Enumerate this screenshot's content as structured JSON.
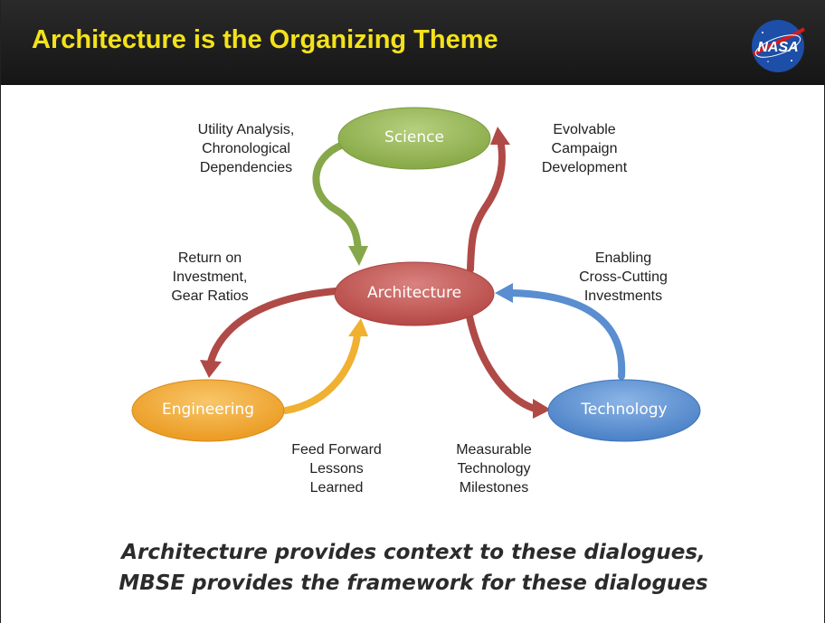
{
  "title": "Architecture is the Organizing Theme",
  "logo_text": "NASA",
  "nodes": {
    "science": "Science",
    "architecture": "Architecture",
    "engineering": "Engineering",
    "technology": "Technology"
  },
  "labels": {
    "science_to_arch": [
      "Utility Analysis,",
      "Chronological",
      "Dependencies"
    ],
    "arch_to_science": [
      "Evolvable",
      "Campaign",
      "Development"
    ],
    "arch_to_engineering": [
      "Return on",
      "Investment,",
      "Gear Ratios"
    ],
    "technology_to_arch": [
      "Enabling",
      "Cross-Cutting",
      "Investments"
    ],
    "engineering_to_arch": [
      "Feed Forward",
      "Lessons",
      "Learned"
    ],
    "arch_to_technology": [
      "Measurable",
      "Technology",
      "Milestones"
    ]
  },
  "footer": {
    "line1": "Architecture provides context to these dialogues,",
    "line2": "MBSE provides the framework for these dialogues"
  },
  "colors": {
    "title": "#f4e21a",
    "science": "#8fb04f",
    "architecture": "#c0504d",
    "engineering": "#f0a52e",
    "technology": "#4f86c6",
    "green_arrow": "#86a84a",
    "red_arrow": "#b04a47",
    "orange_arrow": "#f0b030",
    "blue_arrow": "#5a8ed0"
  }
}
